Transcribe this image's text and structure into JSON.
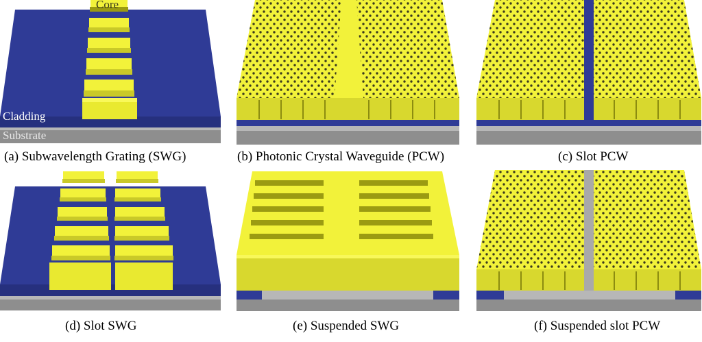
{
  "colors": {
    "core": "#F2F23A",
    "core_side": "#C9C928",
    "core_dark": "#9B9B12",
    "hole": "#3A3A1E",
    "cladding": "#2F3B96",
    "cladding_side": "#26307E",
    "cladding_edge": "#3540AE",
    "substrate": "#8E8E8E",
    "substrate_top": "#B7B7B7",
    "label_light": "#FFFFFF",
    "label_dark": "#E8E8E8"
  },
  "labels": {
    "core": "Core",
    "cladding": "Cladding",
    "substrate": "Substrate"
  },
  "panels": [
    {
      "id": "a",
      "caption": "(a) Subwavelength Grating (SWG)",
      "structure": "subwavelength-grating"
    },
    {
      "id": "b",
      "caption": "(b) Photonic Crystal Waveguide (PCW)",
      "structure": "photonic-crystal-waveguide"
    },
    {
      "id": "c",
      "caption": "(c) Slot PCW",
      "structure": "slot-pcw"
    },
    {
      "id": "d",
      "caption": "(d) Slot SWG",
      "structure": "slot-swg"
    },
    {
      "id": "e",
      "caption": "(e) Suspended SWG",
      "structure": "suspended-swg"
    },
    {
      "id": "f",
      "caption": "(f) Suspended slot PCW",
      "structure": "suspended-slot-pcw"
    }
  ]
}
